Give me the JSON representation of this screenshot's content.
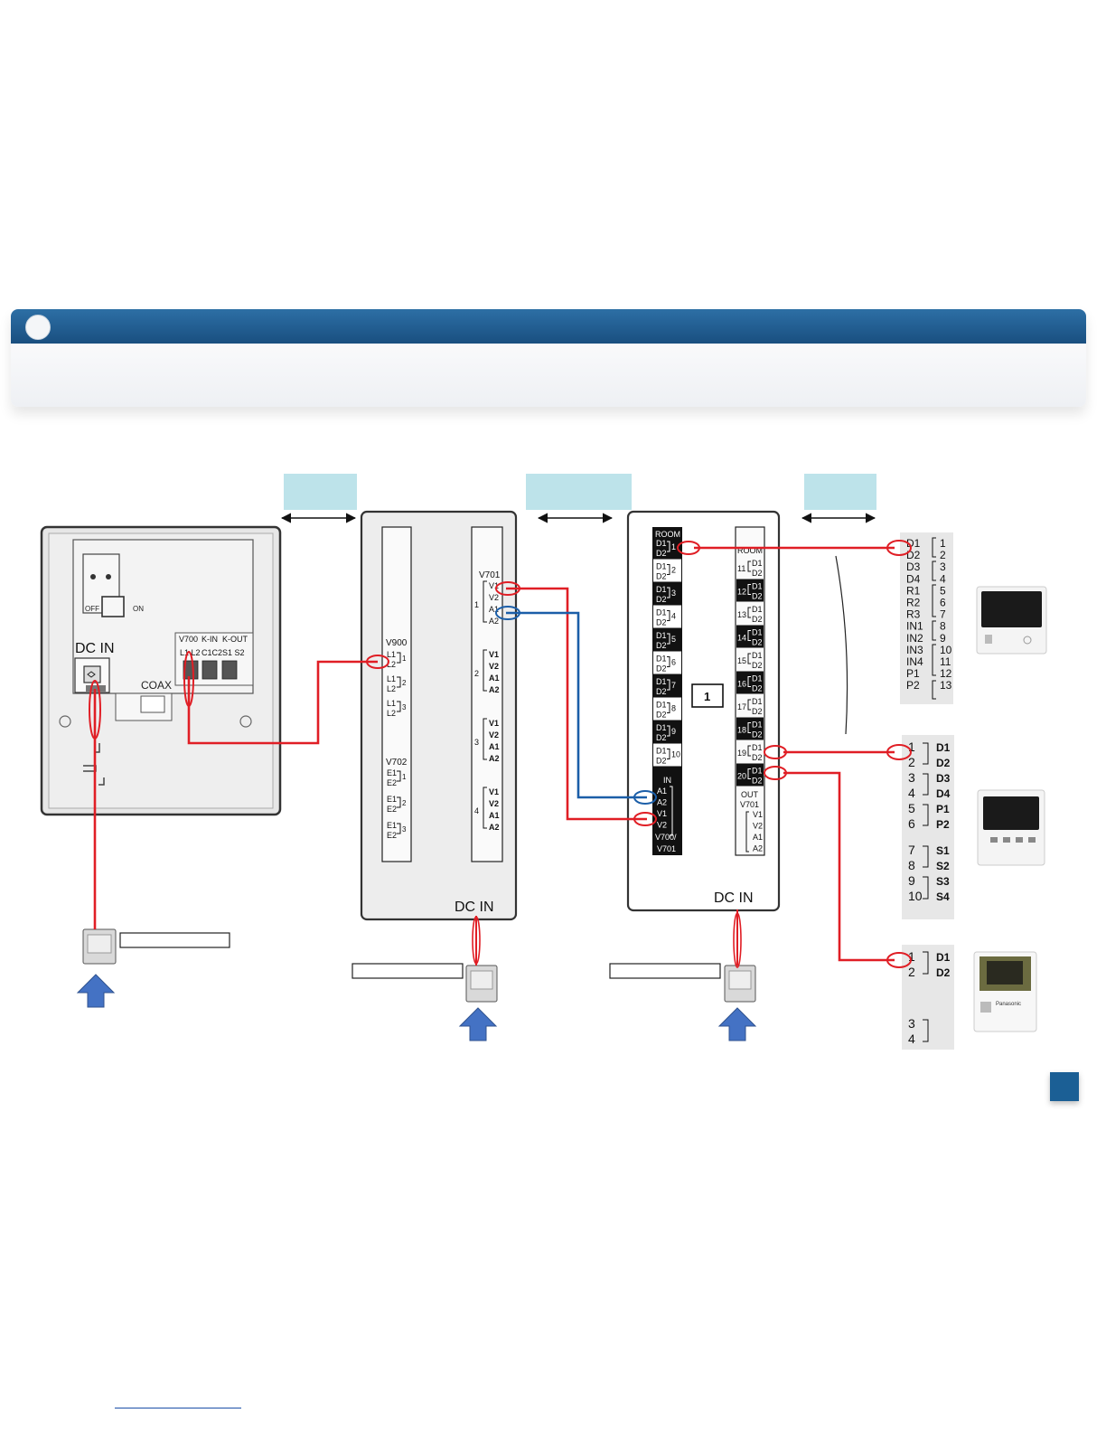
{
  "colors": {
    "banner": "#1d5587",
    "tab": "#bde3ea",
    "wire_red": "#e01e25",
    "wire_blue": "#1b5ea8",
    "arrow_blue": "#4472c4",
    "terminal_black": "#111111"
  },
  "unit1": {
    "dc_in_label": "DC IN",
    "off_label": "OFF",
    "on_label": "ON",
    "coax_label": "COAX",
    "terminal_groups": [
      "V700",
      "K-IN",
      "K-OUT"
    ],
    "terminal_pins": [
      "L1 L2",
      "C1C2",
      "S1 S2"
    ]
  },
  "unit2": {
    "dc_in_label": "DC IN",
    "v900_label": "V900",
    "v702_label": "V702",
    "v701_label": "V701",
    "v900_pairs": [
      {
        "a": "L1",
        "b": "L2",
        "n": "1"
      },
      {
        "a": "L1",
        "b": "L2",
        "n": "2"
      },
      {
        "a": "L1",
        "b": "L2",
        "n": "3"
      }
    ],
    "v702_pairs": [
      {
        "a": "E1",
        "b": "E2",
        "n": "1"
      },
      {
        "a": "E1",
        "b": "E2",
        "n": "2"
      },
      {
        "a": "E1",
        "b": "E2",
        "n": "3"
      }
    ],
    "v701_groups": [
      "1",
      "2",
      "3",
      "4"
    ],
    "v701_pins": [
      "V1",
      "V2",
      "A1",
      "A2"
    ]
  },
  "unit3": {
    "dc_in_label": "DC IN",
    "room_label": "ROOM",
    "center_box": "1",
    "in_label": "IN",
    "in_pins": [
      "A1",
      "A2",
      "V1",
      "V2"
    ],
    "in_sub_label_1": "V700/",
    "in_sub_label_2": "V701",
    "out_label": "OUT",
    "out_sub_label": "V701",
    "out_pins": [
      "V1",
      "V2",
      "A1",
      "A2"
    ],
    "pair_top": "D1",
    "pair_bottom": "D2",
    "left_rooms": [
      "1",
      "2",
      "3",
      "4",
      "5",
      "6",
      "7",
      "8",
      "9",
      "10"
    ],
    "right_rooms": [
      "11",
      "12",
      "13",
      "14",
      "15",
      "16",
      "17",
      "18",
      "19",
      "20"
    ]
  },
  "monitor1_block": {
    "rows": [
      {
        "label": "D1",
        "num": "1"
      },
      {
        "label": "D2",
        "num": "2"
      },
      {
        "label": "D3",
        "num": "3"
      },
      {
        "label": "D4",
        "num": "4"
      },
      {
        "label": "R1",
        "num": "5"
      },
      {
        "label": "R2",
        "num": "6"
      },
      {
        "label": "R3",
        "num": "7"
      },
      {
        "label": "IN1",
        "num": "8"
      },
      {
        "label": "IN2",
        "num": "9"
      },
      {
        "label": "IN3",
        "num": "10"
      },
      {
        "label": "IN4",
        "num": "11"
      },
      {
        "label": "P1",
        "num": "12"
      },
      {
        "label": "P2",
        "num": "13"
      }
    ]
  },
  "monitor2_block": {
    "rows": [
      {
        "num": "1",
        "label": "D1"
      },
      {
        "num": "2",
        "label": "D2"
      },
      {
        "num": "3",
        "label": "D3"
      },
      {
        "num": "4",
        "label": "D4"
      },
      {
        "num": "5",
        "label": "P1"
      },
      {
        "num": "6",
        "label": "P2"
      },
      {
        "num": "7",
        "label": "S1"
      },
      {
        "num": "8",
        "label": "S2"
      },
      {
        "num": "9",
        "label": "S3"
      },
      {
        "num": "10",
        "label": "S4"
      }
    ]
  },
  "monitor3_block": {
    "rows": [
      {
        "num": "1",
        "label": "D1"
      },
      {
        "num": "2",
        "label": "D2"
      },
      {
        "num": "3",
        "label": ""
      },
      {
        "num": "4",
        "label": ""
      }
    ]
  },
  "monitor3_brand": "Panasonic"
}
